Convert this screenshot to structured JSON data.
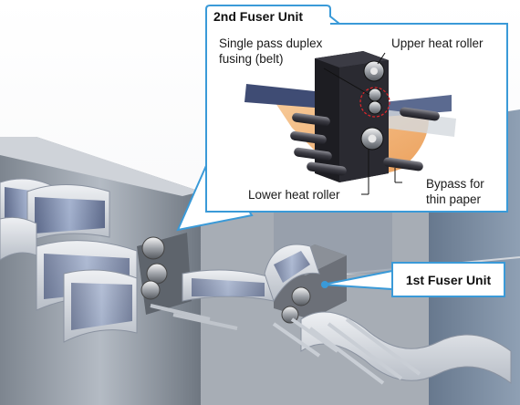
{
  "callout_2nd_fuser": {
    "title": "2nd Fuser Unit",
    "label_single_pass_line1": "Single pass duplex",
    "label_single_pass_line2": "fusing (belt)",
    "label_upper_heat_roller": "Upper heat roller",
    "label_lower_heat_roller": "Lower heat roller",
    "label_bypass_line1": "Bypass for",
    "label_bypass_line2": "thin paper"
  },
  "callout_1st_fuser": {
    "title": "1st Fuser Unit"
  },
  "colors": {
    "callout_border": "#3a9ad8",
    "bypass_orange": "#f0a050",
    "paper_tint": "#d9dde3",
    "machine_gray": "#9aa0a8"
  }
}
